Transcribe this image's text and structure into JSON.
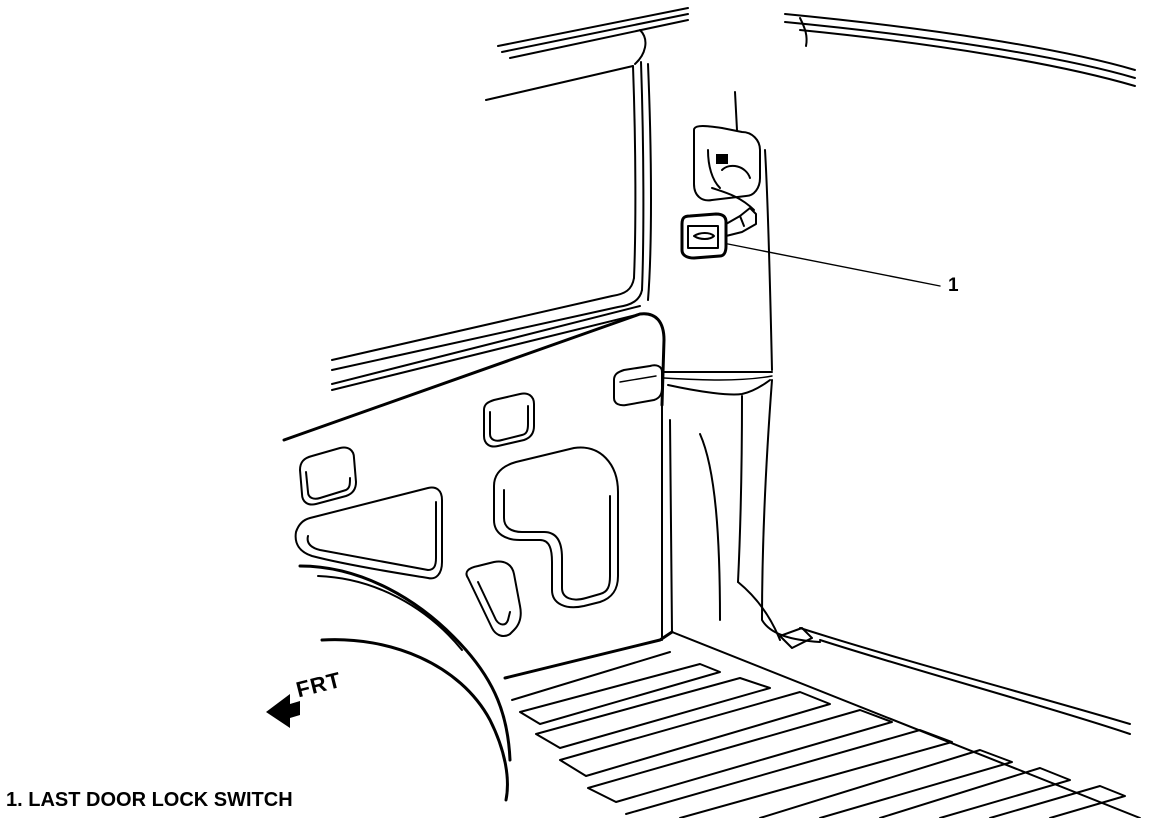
{
  "callout": {
    "number": "1"
  },
  "direction": {
    "label": "FRT"
  },
  "legend": {
    "items": [
      {
        "text": "1. LAST DOOR LOCK SWITCH"
      }
    ]
  }
}
